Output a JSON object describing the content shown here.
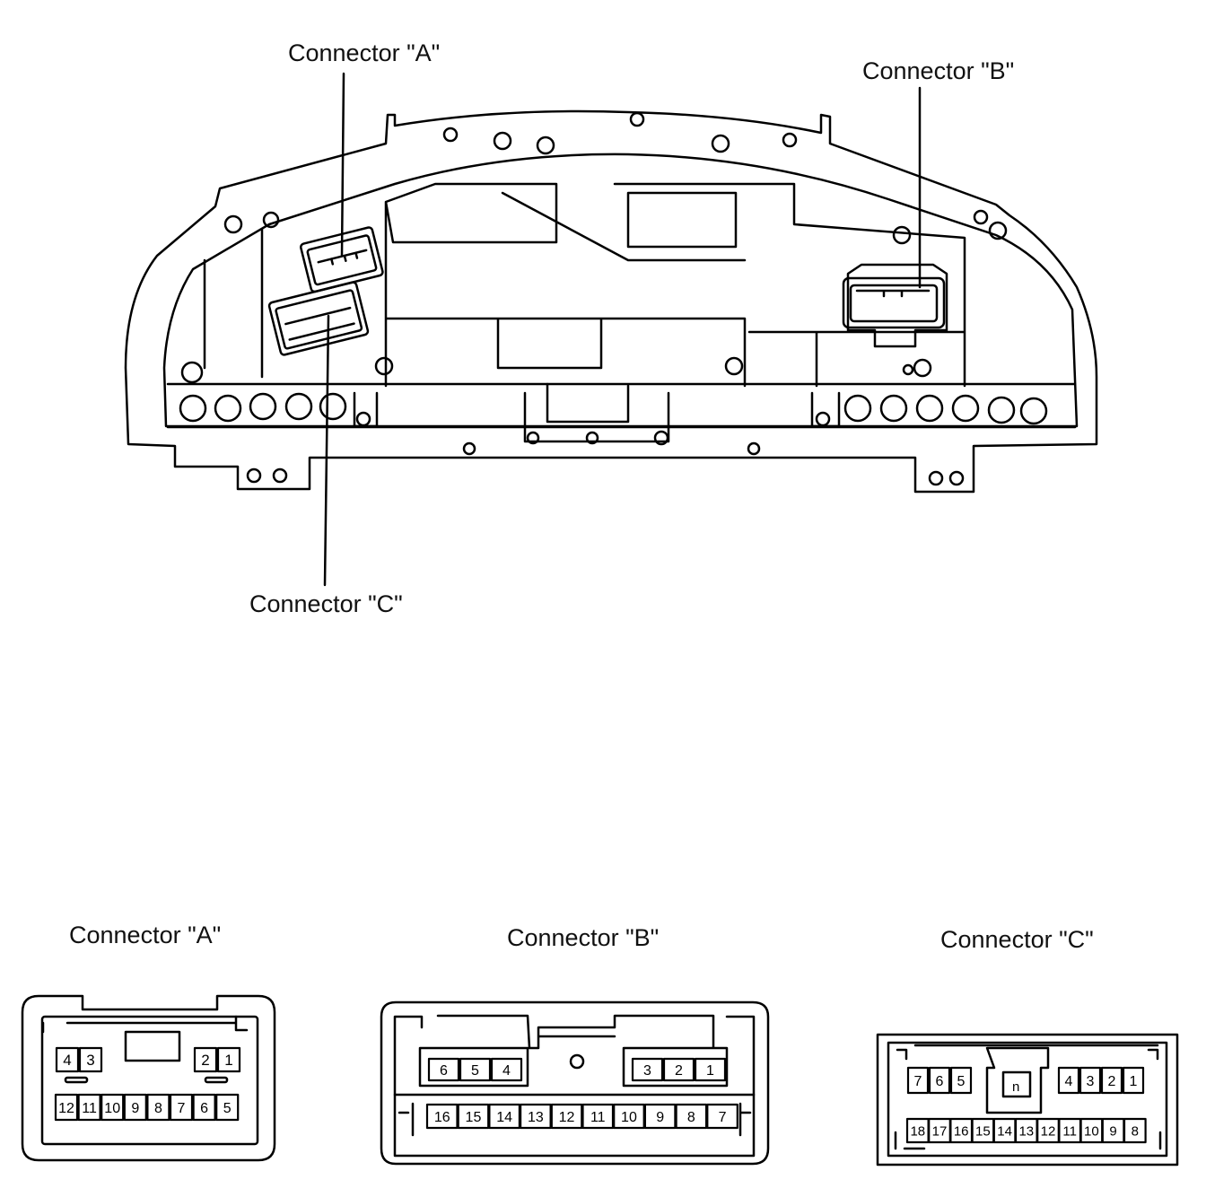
{
  "callouts": {
    "a": "Connector \"A\"",
    "b": "Connector \"B\"",
    "c": "Connector \"C\""
  },
  "connectors": [
    {
      "id": "a",
      "title": "Connector \"A\"",
      "pins_top_left": [
        "4",
        "3"
      ],
      "pins_top_right": [
        "2",
        "1"
      ],
      "pins_bottom": [
        "12",
        "11",
        "10",
        "9",
        "8",
        "7",
        "6",
        "5"
      ]
    },
    {
      "id": "b",
      "title": "Connector \"B\"",
      "pins_top_left": [
        "6",
        "5",
        "4"
      ],
      "pins_top_right": [
        "3",
        "2",
        "1"
      ],
      "pins_bottom": [
        "16",
        "15",
        "14",
        "13",
        "12",
        "11",
        "10",
        "9",
        "8",
        "7"
      ]
    },
    {
      "id": "c",
      "title": "Connector \"C\"",
      "pins_top_left": [
        "7",
        "6",
        "5"
      ],
      "pins_top_right": [
        "4",
        "3",
        "2",
        "1"
      ],
      "pins_bottom": [
        "18",
        "17",
        "16",
        "15",
        "14",
        "13",
        "12",
        "11",
        "10",
        "9",
        "8"
      ]
    }
  ]
}
